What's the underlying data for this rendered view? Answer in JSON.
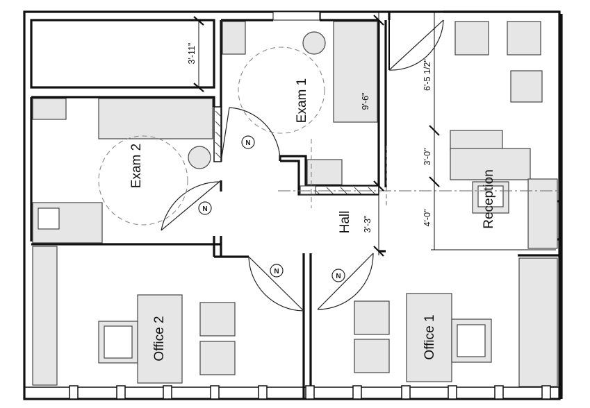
{
  "rooms": {
    "exam1": "Exam 1",
    "exam2": "Exam 2",
    "hall": "Hall",
    "reception": "Reception",
    "office1": "Office 1",
    "office2": "Office 2"
  },
  "dimensions": {
    "d_top_left": "3'-11\"",
    "d_exam1": "9'-6\"",
    "d_reception_top": "6'-5 1/2\"",
    "d_reception_mid": "3'-0\"",
    "d_reception_low": "4'-0\"",
    "d_hall": "3'-3\""
  },
  "door_marks": {
    "n1": "N",
    "n2": "N",
    "n3": "N",
    "n4": "N"
  }
}
